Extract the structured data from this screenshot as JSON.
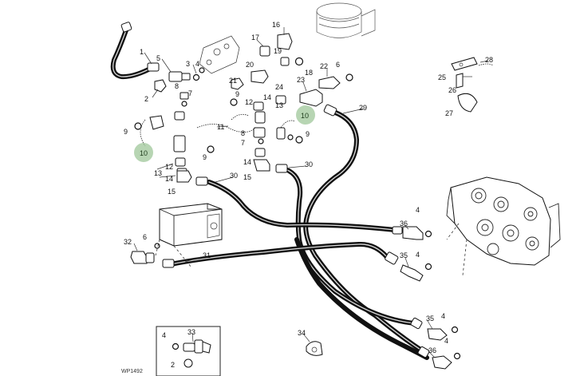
{
  "figure_code": "WP1492",
  "callouts": [
    {
      "id": "c1",
      "label": "1"
    },
    {
      "id": "c2",
      "label": "2"
    },
    {
      "id": "c3",
      "label": "3"
    },
    {
      "id": "c4",
      "label": "4"
    },
    {
      "id": "c5",
      "label": "5"
    },
    {
      "id": "c6",
      "label": "6"
    },
    {
      "id": "c7",
      "label": "7"
    },
    {
      "id": "c8",
      "label": "8"
    },
    {
      "id": "c9",
      "label": "9"
    },
    {
      "id": "c11",
      "label": "11"
    },
    {
      "id": "c12",
      "label": "12"
    },
    {
      "id": "c13",
      "label": "13"
    },
    {
      "id": "c14",
      "label": "14"
    },
    {
      "id": "c15",
      "label": "15"
    },
    {
      "id": "c16",
      "label": "16"
    },
    {
      "id": "c17",
      "label": "17"
    },
    {
      "id": "c18",
      "label": "18"
    },
    {
      "id": "c19",
      "label": "19"
    },
    {
      "id": "c20",
      "label": "20"
    },
    {
      "id": "c21",
      "label": "21"
    },
    {
      "id": "c22",
      "label": "22"
    },
    {
      "id": "c23",
      "label": "23"
    },
    {
      "id": "c24",
      "label": "24"
    },
    {
      "id": "c25",
      "label": "25"
    },
    {
      "id": "c26",
      "label": "26"
    },
    {
      "id": "c27",
      "label": "27"
    },
    {
      "id": "c28",
      "label": "28"
    },
    {
      "id": "c29",
      "label": "29"
    },
    {
      "id": "c30",
      "label": "30"
    },
    {
      "id": "c31",
      "label": "31"
    },
    {
      "id": "c32",
      "label": "32"
    },
    {
      "id": "c33",
      "label": "33"
    },
    {
      "id": "c34",
      "label": "34"
    },
    {
      "id": "c35",
      "label": "35"
    },
    {
      "id": "c36",
      "label": "36"
    }
  ],
  "highlights": [
    {
      "id": "h10a",
      "label": "10"
    },
    {
      "id": "h10b",
      "label": "10"
    }
  ],
  "colors": {
    "highlight": "#9fc79a",
    "hose": "#111111",
    "line": "#222222"
  }
}
